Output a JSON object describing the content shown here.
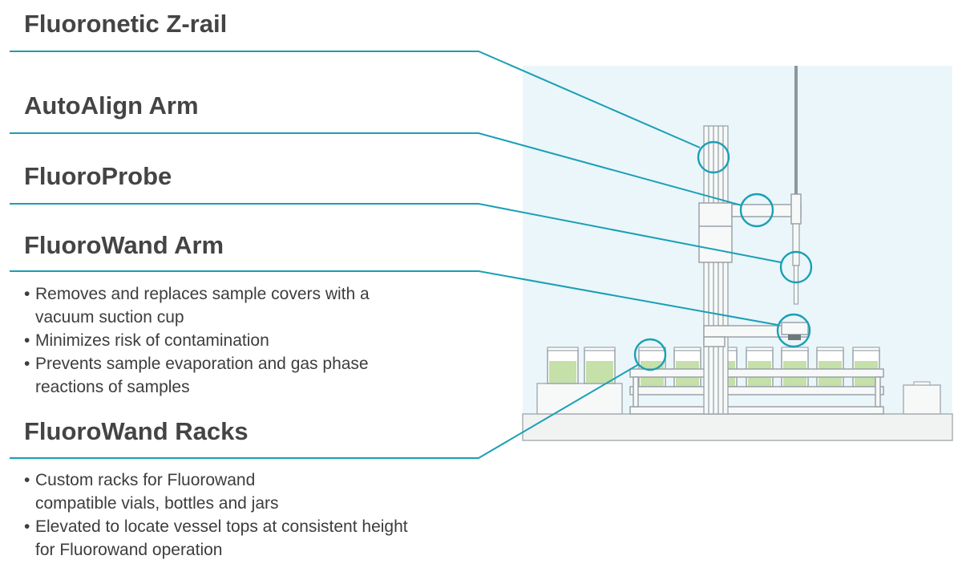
{
  "labels": {
    "zrail": "Fluoronetic Z-rail",
    "arm": "AutoAlign Arm",
    "probe": "FluoroProbe",
    "wand_arm": "FluoroWand Arm",
    "racks": "FluoroWand Racks"
  },
  "wand_arm_bullets": [
    "Removes and replaces sample covers with a vacuum suction cup",
    "Minimizes risk of contamination",
    "Prevents sample evaporation and gas phase reactions of samples"
  ],
  "racks_bullets": [
    "Custom racks for Fluorowand compatible vials, bottles and jars",
    "Elevated to locate vessel tops at consistent height for Fluorowand operation"
  ],
  "colors": {
    "callout": "#1a9fb5",
    "panel": "#eaf6fa",
    "liquid": "#c5e0a8",
    "outline": "#9aa3a8",
    "heading": "#444444"
  }
}
